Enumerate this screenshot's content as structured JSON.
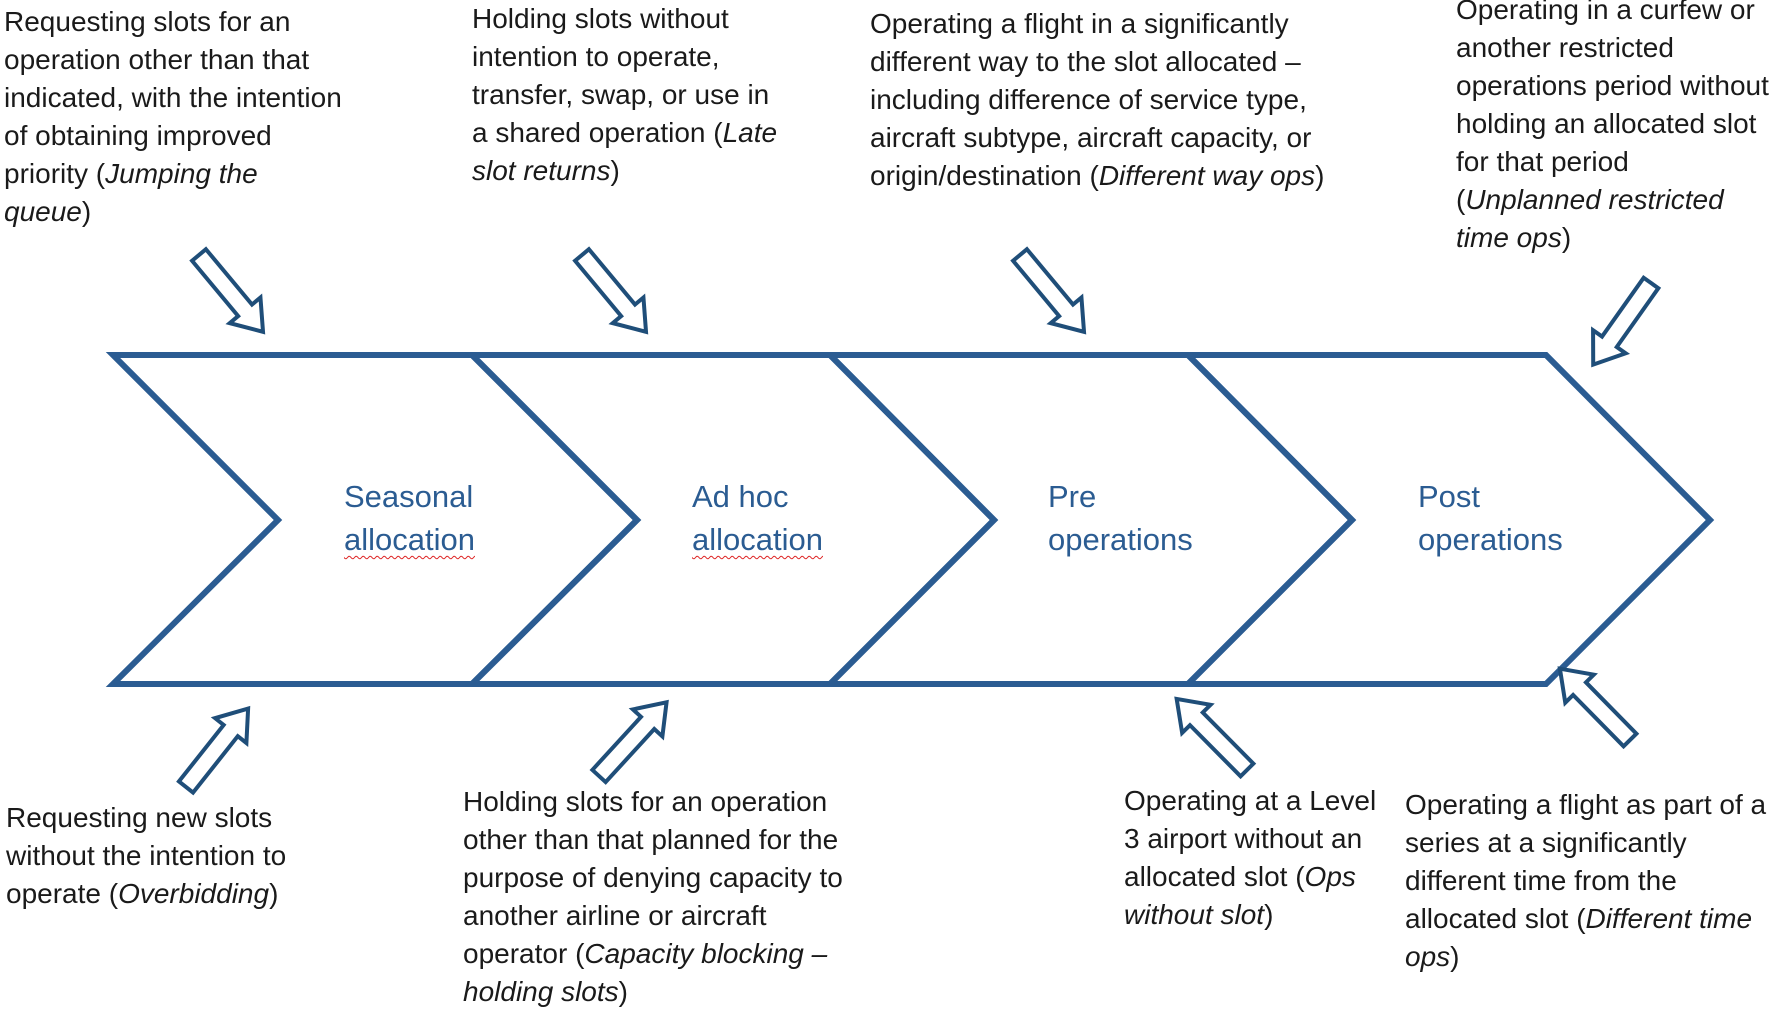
{
  "stages": [
    {
      "line1": "Seasonal",
      "line2": "allocation"
    },
    {
      "line1": "Ad hoc",
      "line2": "allocation"
    },
    {
      "line1": "Pre",
      "line2": "operations"
    },
    {
      "line1": "Post",
      "line2": "operations"
    }
  ],
  "top_notes": [
    {
      "text": "Requesting slots for an operation other than that indicated, with the intention of obtaining improved priority (",
      "term": "Jumping the queue",
      "close": ")"
    },
    {
      "text": "Holding slots without intention to operate, transfer, swap, or use in a shared operation (",
      "term": "Late slot returns",
      "close": ")"
    },
    {
      "text": "Operating a flight in a significantly different way to the slot allocated – including difference of service type, aircraft subtype, aircraft capacity, or origin/destination (",
      "term": "Different way ops",
      "close": ")"
    },
    {
      "text": "Operating in a curfew or another restricted operations period without holding an allocated slot for that period (",
      "term": "Unplanned restricted time ops",
      "close": ")"
    }
  ],
  "bottom_notes": [
    {
      "text": "Requesting new slots without the intention to operate (",
      "term": "Overbidding",
      "close": ")"
    },
    {
      "text": "Holding slots for an operation other than that planned for the purpose of denying capacity to another airline or aircraft operator (",
      "term": "Capacity blocking – holding slots",
      "close": ")"
    },
    {
      "text": "Operating at a Level 3 airport without an allocated slot (",
      "term": "Ops without slot",
      "close": ")"
    },
    {
      "text": "Operating a flight as part of a series at a significantly different time from the allocated slot (",
      "term": "Different time ops",
      "close": ")"
    }
  ],
  "colors": {
    "chevron_stroke": "#2b5c92",
    "arrow_stroke": "#1f4e79",
    "stage_text": "#2b5c92",
    "body_text": "#1a1a1a"
  }
}
